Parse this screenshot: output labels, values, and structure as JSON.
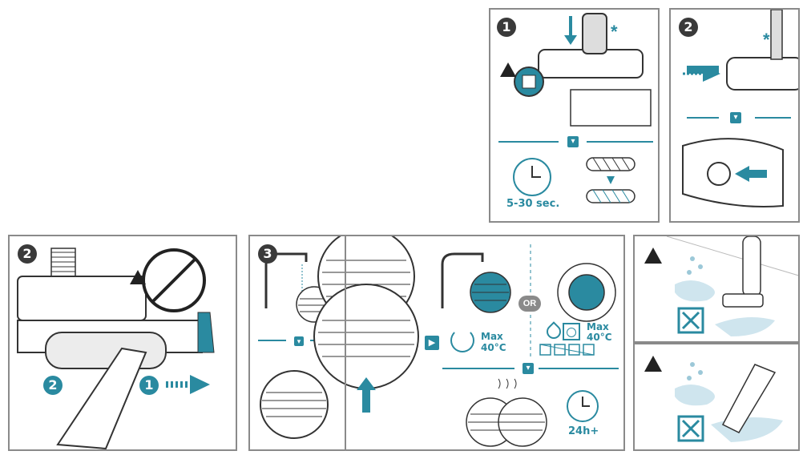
{
  "panels": {
    "top_step1": {
      "step": "1",
      "time_label": "5-30 sec."
    },
    "top_step2": {
      "step": "2"
    },
    "bottom_step2": {
      "step": "2",
      "sub_a": "2",
      "sub_b": "1"
    },
    "bottom_step3": {
      "step": "3",
      "or_label": "OR",
      "tap_max": "Max",
      "tap_temp": "40°C",
      "machine_max": "Max",
      "machine_temp": "40°C",
      "dry_time": "24h+"
    }
  },
  "colors": {
    "accent": "#2a8aa0",
    "border": "#8a8a8a",
    "dark": "#3a3a3a"
  },
  "icons": [
    "warning-icon",
    "clock-icon",
    "tap-icon",
    "washing-machine-icon",
    "no-water-icon",
    "arrow-right-icon",
    "arrow-up-icon",
    "chevron-down-icon"
  ]
}
